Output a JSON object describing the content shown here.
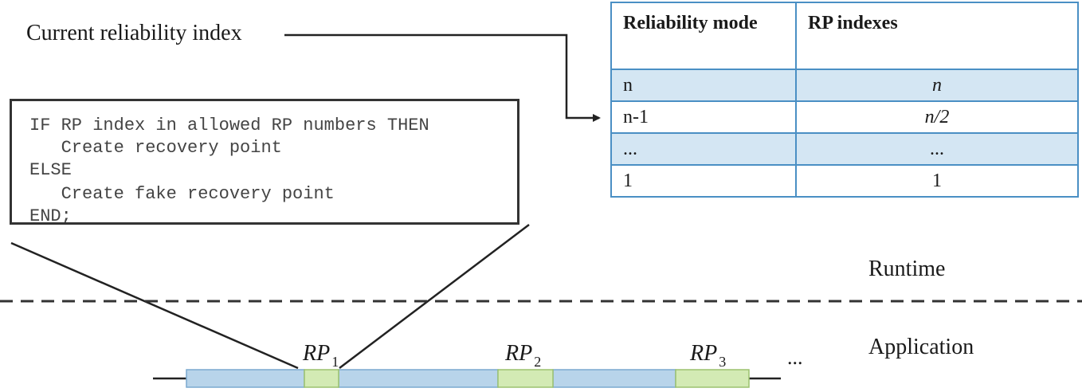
{
  "labels": {
    "current_reliability_index": "Current reliability index",
    "runtime": "Runtime",
    "application": "Application"
  },
  "code": [
    "IF RP index in allowed RP numbers THEN",
    "   Create recovery point",
    "ELSE",
    "   Create fake recovery point",
    "END;"
  ],
  "table": {
    "headers": [
      "Reliability mode",
      "RP indexes"
    ],
    "rows": [
      {
        "mode": "n",
        "indexes": "n",
        "shaded": true
      },
      {
        "mode": "n-1",
        "indexes": "n/2",
        "shaded": false
      },
      {
        "mode": "...",
        "indexes": "...",
        "shaded": true
      },
      {
        "mode": "1",
        "indexes": "1",
        "shaded": false
      }
    ]
  },
  "recovery_points": [
    {
      "label": "RP",
      "sub": "1"
    },
    {
      "label": "RP",
      "sub": "2"
    },
    {
      "label": "RP",
      "sub": "3"
    }
  ],
  "timeline_ellipsis": "...",
  "colors": {
    "segment_fill": "#b8d4ea",
    "segment_stroke": "#7aa9cf",
    "rp_fill": "#d3eab4",
    "rp_stroke": "#9cc26e",
    "table_border": "#4a8fc4",
    "table_shade": "#d4e6f3"
  }
}
